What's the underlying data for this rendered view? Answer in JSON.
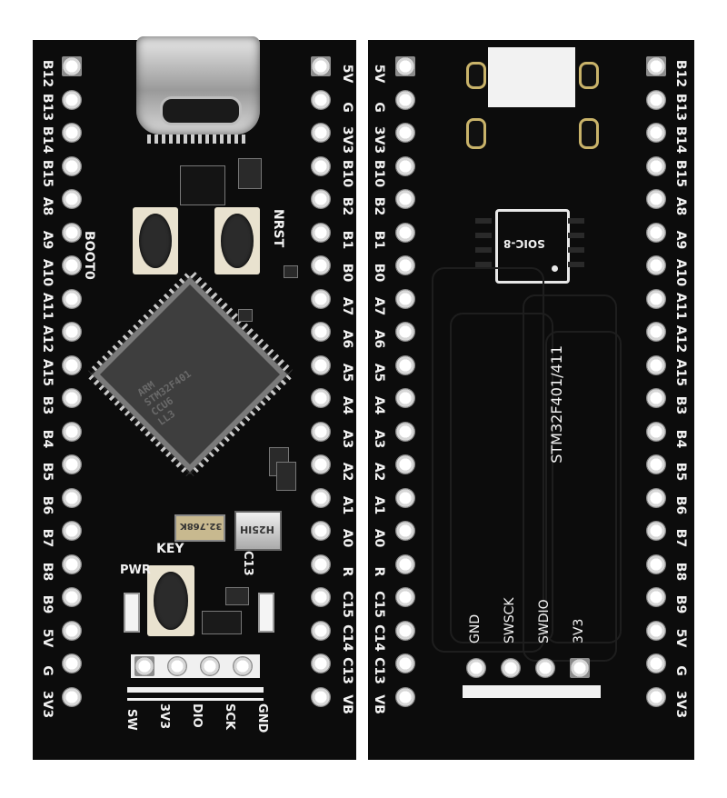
{
  "front": {
    "left_labels": [
      "B12",
      "B13",
      "B14",
      "B15",
      "A8",
      "A9",
      "A10",
      "A11",
      "A12",
      "A15",
      "B3",
      "B4",
      "B5",
      "B6",
      "B7",
      "B8",
      "B9",
      "5V",
      "G",
      "3V3"
    ],
    "right_labels": [
      "5V",
      "G",
      "3V3",
      "B10",
      "B2",
      "B1",
      "B0",
      "A7",
      "A6",
      "A5",
      "A4",
      "A3",
      "A2",
      "A1",
      "A0",
      "R",
      "C15",
      "C14",
      "C13",
      "VB"
    ],
    "boot_label": "BOOT0",
    "nrst_label": "NRST",
    "key_label": "KEY",
    "pwr_label": "PWR",
    "c13_label": "C13",
    "chip_text": [
      "ARM",
      "STM32F401",
      "CCU6",
      "LL3"
    ],
    "crystal_small": "32.768K",
    "crystal_large": "H25IH",
    "swd_labels": [
      "SW",
      "3V3",
      "DIO",
      "SCK",
      "GND"
    ]
  },
  "back": {
    "left_labels": [
      "5V",
      "G",
      "3V3",
      "B10",
      "B2",
      "B1",
      "B0",
      "A7",
      "A6",
      "A5",
      "A4",
      "A3",
      "A2",
      "A1",
      "A0",
      "R",
      "C15",
      "C14",
      "C13",
      "VB"
    ],
    "right_labels": [
      "B12",
      "B13",
      "B14",
      "B15",
      "A8",
      "A9",
      "A10",
      "A11",
      "A12",
      "A15",
      "B3",
      "B4",
      "B5",
      "B6",
      "B7",
      "B8",
      "B9",
      "5V",
      "G",
      "3V3"
    ],
    "soic_label": "SOIC-8",
    "mcu_label": "STM32F401/411",
    "swd_labels": [
      "GND",
      "SWSCK",
      "SWDIO",
      "3V3"
    ]
  },
  "colors": {
    "pcb": "#0c0c0c",
    "silk": "#f2f2f2",
    "pad": "#d7d7d7",
    "button": "#e9e2cf",
    "led": "#ffffff"
  },
  "icons": [
    "usb-c-connector",
    "push-button",
    "ic-chip",
    "crystal-oscillator",
    "led"
  ]
}
